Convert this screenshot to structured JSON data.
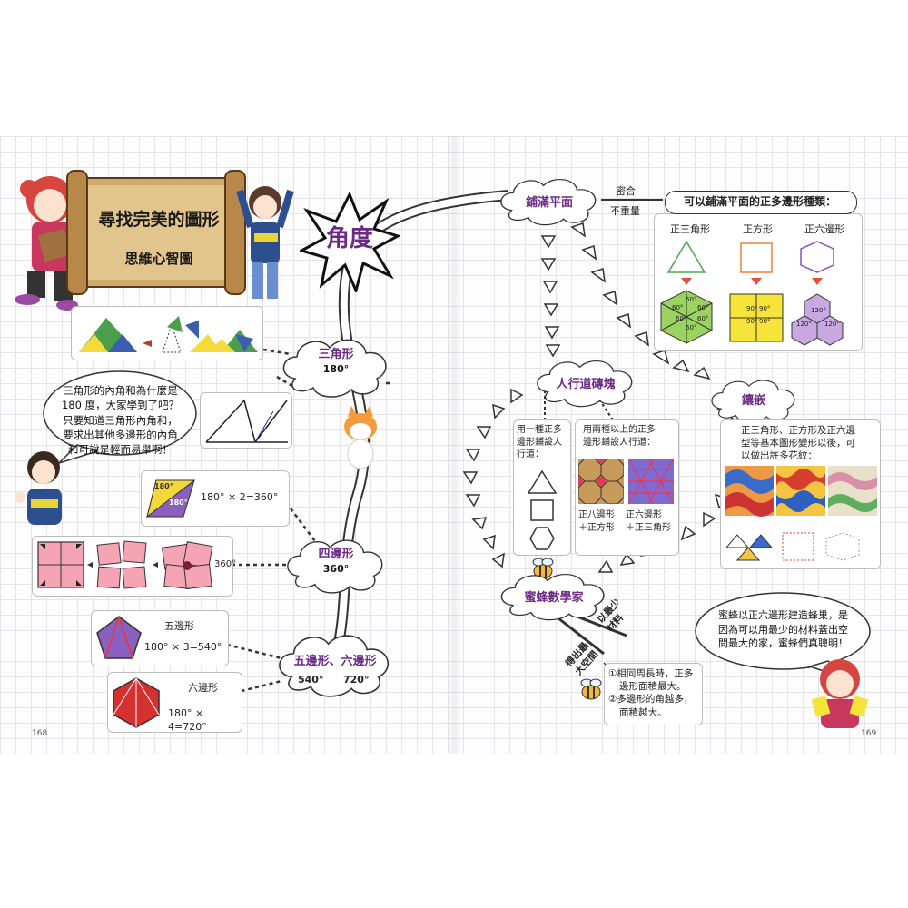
{
  "left_page": {
    "scroll_title": "尋找完美的圖形",
    "scroll_subtitle": "思維心智圖",
    "center_burst": "角度",
    "speech_left": [
      "三角形的內角和為什麼是",
      "180 度，大家學到了吧？",
      "只要知道三角形內角和，",
      "要求出其他多邊形的內角",
      "和可說是輕而易舉啊！"
    ],
    "triangle_node": {
      "title": "三角形",
      "value": "180°"
    },
    "quad_node": {
      "title": "四邊形",
      "value": "360°"
    },
    "penta_hexa_node": {
      "title": "五邊形、六邊形",
      "v1": "540°",
      "v2": "720°"
    },
    "parallelogram_labels": {
      "top": "180°",
      "bottom": "180°",
      "formula": "180°  × 2=360°"
    },
    "quad_pieces_label": "360°",
    "pentagon": {
      "name": "五邊形",
      "formula": "180°  × 3=540°"
    },
    "hexagon": {
      "name": "六邊形",
      "formula": "180°  × 4=720°"
    },
    "page_number": "168"
  },
  "right_page": {
    "tiling_node": "鋪滿平面",
    "tiling_conditions": [
      "密合",
      "不重量"
    ],
    "types_box": {
      "title": "可以鋪滿平面的正多邊形種類：",
      "labels": [
        "正三角形",
        "正方形",
        "正六邊形"
      ],
      "triangle_angles": [
        "60°",
        "60°",
        "60°",
        "60°",
        "60°",
        "60°"
      ],
      "square_angles": [
        "90°",
        "90°",
        "90°",
        "90°"
      ],
      "hexagon_angles": [
        "120°",
        "120°",
        "120°"
      ]
    },
    "sidewalk_node": "人行道磚塊",
    "sidewalk_single": [
      "用一種正多",
      "邊形鋪設人",
      "行道："
    ],
    "sidewalk_multi": [
      "用兩種以上的正多",
      "邊形鋪設人行道："
    ],
    "tile_caption_1": [
      "正八邊形",
      "＋正方形"
    ],
    "tile_caption_2": [
      "正六邊形",
      "＋正三角形"
    ],
    "tessellation_node": "鑲嵌",
    "tessellation_text": [
      "正三角形、正方形及正六邊",
      "型等基本圖形變形以後，可",
      "以做出許多花紋："
    ],
    "bee_node": "蜜蜂數學家",
    "bee_branch_1": [
      "以最少",
      "材料"
    ],
    "bee_branch_2": [
      "得出最",
      "大空間"
    ],
    "bee_facts": [
      "①相同周長時，正多",
      "邊形面積最大。",
      "②多邊形的角越多，",
      "面積越大。"
    ],
    "speech_right": [
      "蜜蜂以正六邊形建造蜂巢，是",
      "因為可以用最少的材料蓋出空",
      "間最大的家，蜜蜂們真聰明！"
    ],
    "page_number": "169"
  },
  "colors": {
    "purple": "#6b2a86",
    "pink": "#f4a4b4",
    "yellow": "#f7e43a",
    "green": "#9ad35f",
    "lavender": "#b89ad8",
    "arrow_red": "#e0503a",
    "scroll": "#c9a36b"
  }
}
